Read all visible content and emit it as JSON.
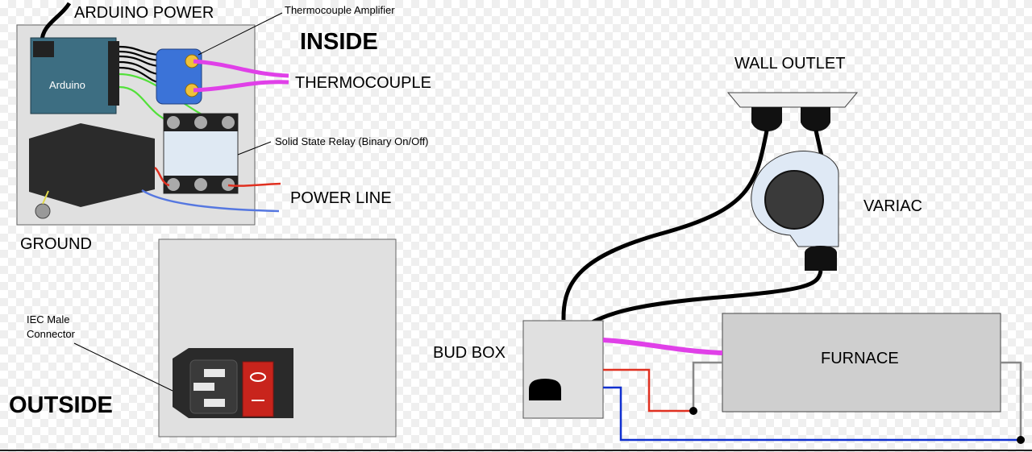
{
  "labels": {
    "arduino_power": "ARDUINO POWER",
    "thermocouple_amplifier": "Thermocouple Amplifier",
    "inside": "INSIDE",
    "thermocouple": "THERMOCOUPLE",
    "arduino": "Arduino",
    "solid_state_relay": "Solid State Relay (Binary On/Off)",
    "power_line": "POWER LINE",
    "ground": "GROUND",
    "iec_line1": "IEC Male",
    "iec_line2": "Connector",
    "outside": "OUTSIDE",
    "wall_outlet": "WALL OUTLET",
    "variac": "VARIAC",
    "bud_box": "BUD BOX",
    "furnace": "FURNACE"
  },
  "colors": {
    "thermocouple_wire": "#e040e8",
    "hot_wire": "#e03020",
    "neutral_wire": "#1030d0",
    "signal_wire": "#53e03a",
    "arduino_board": "#3d6e82",
    "amplifier_board": "#3b73d8",
    "amplifier_terminal": "#f0c23a",
    "relay_body": "#dfe9f3",
    "iec_switch": "#c8241c",
    "enclosure": "#e0e0e0",
    "furnace_fill": "#cfcfcf",
    "variac_fill": "#dfe9f5"
  }
}
